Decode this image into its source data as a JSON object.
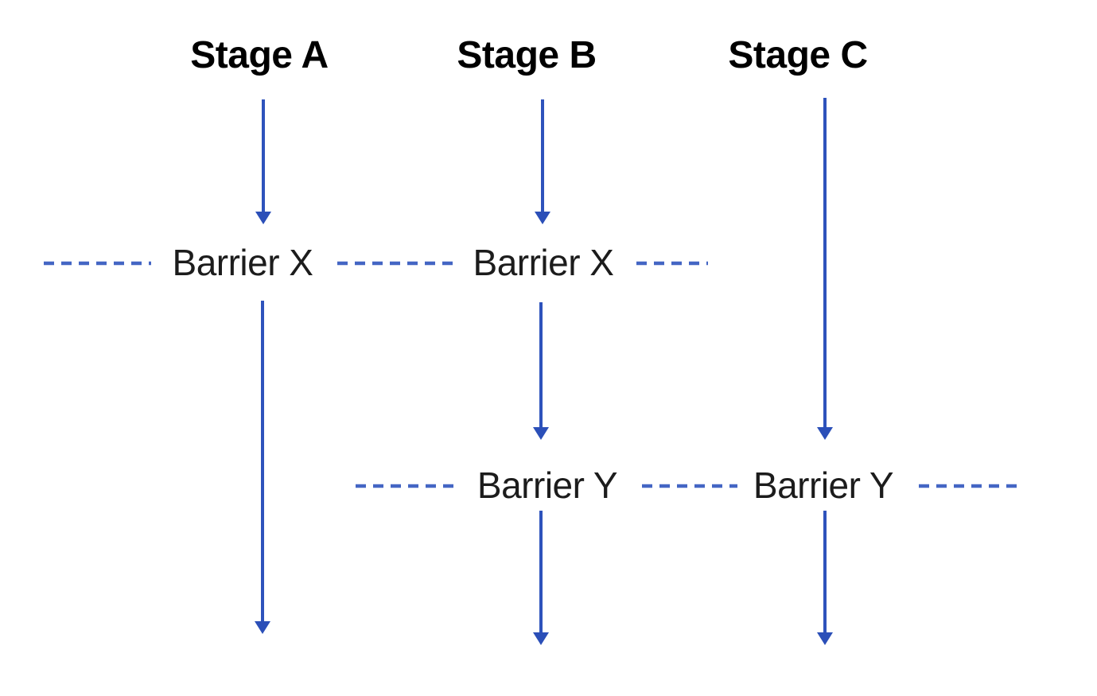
{
  "diagram": {
    "kind": "barrier-synchronization-flow",
    "stages": [
      {
        "label": "Stage A"
      },
      {
        "label": "Stage B"
      },
      {
        "label": "Stage C"
      }
    ],
    "barrier_rows": [
      {
        "label": "Barrier X",
        "visible_instances": 2
      },
      {
        "label": "Barrier Y",
        "visible_instances": 2
      }
    ]
  },
  "colors": {
    "arrow": "#2e53bc",
    "arrowhead": "#2b4fb8",
    "dash": "#4466c4",
    "stage_text": "#000000",
    "barrier_text": "#1c1c1c",
    "background": "#ffffff"
  }
}
